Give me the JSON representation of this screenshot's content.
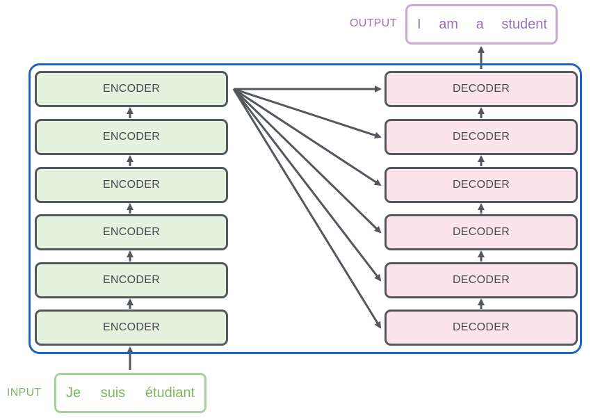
{
  "colors": {
    "container_border": "#1f63c6",
    "block_border": "#53585e",
    "encoder_fill": "#e4f2de",
    "decoder_fill": "#fce4ed",
    "input_color": "#7cb65f",
    "output_color": "#9b70c0"
  },
  "labels": {
    "input": "INPUT",
    "output": "OUTPUT"
  },
  "input_tokens": [
    "Je",
    "suis",
    "étudiant"
  ],
  "output_tokens": [
    "I",
    "am",
    "a",
    "student"
  ],
  "encoders": [
    "ENCODER",
    "ENCODER",
    "ENCODER",
    "ENCODER",
    "ENCODER",
    "ENCODER"
  ],
  "decoders": [
    "DECODER",
    "DECODER",
    "DECODER",
    "DECODER",
    "DECODER",
    "DECODER"
  ]
}
